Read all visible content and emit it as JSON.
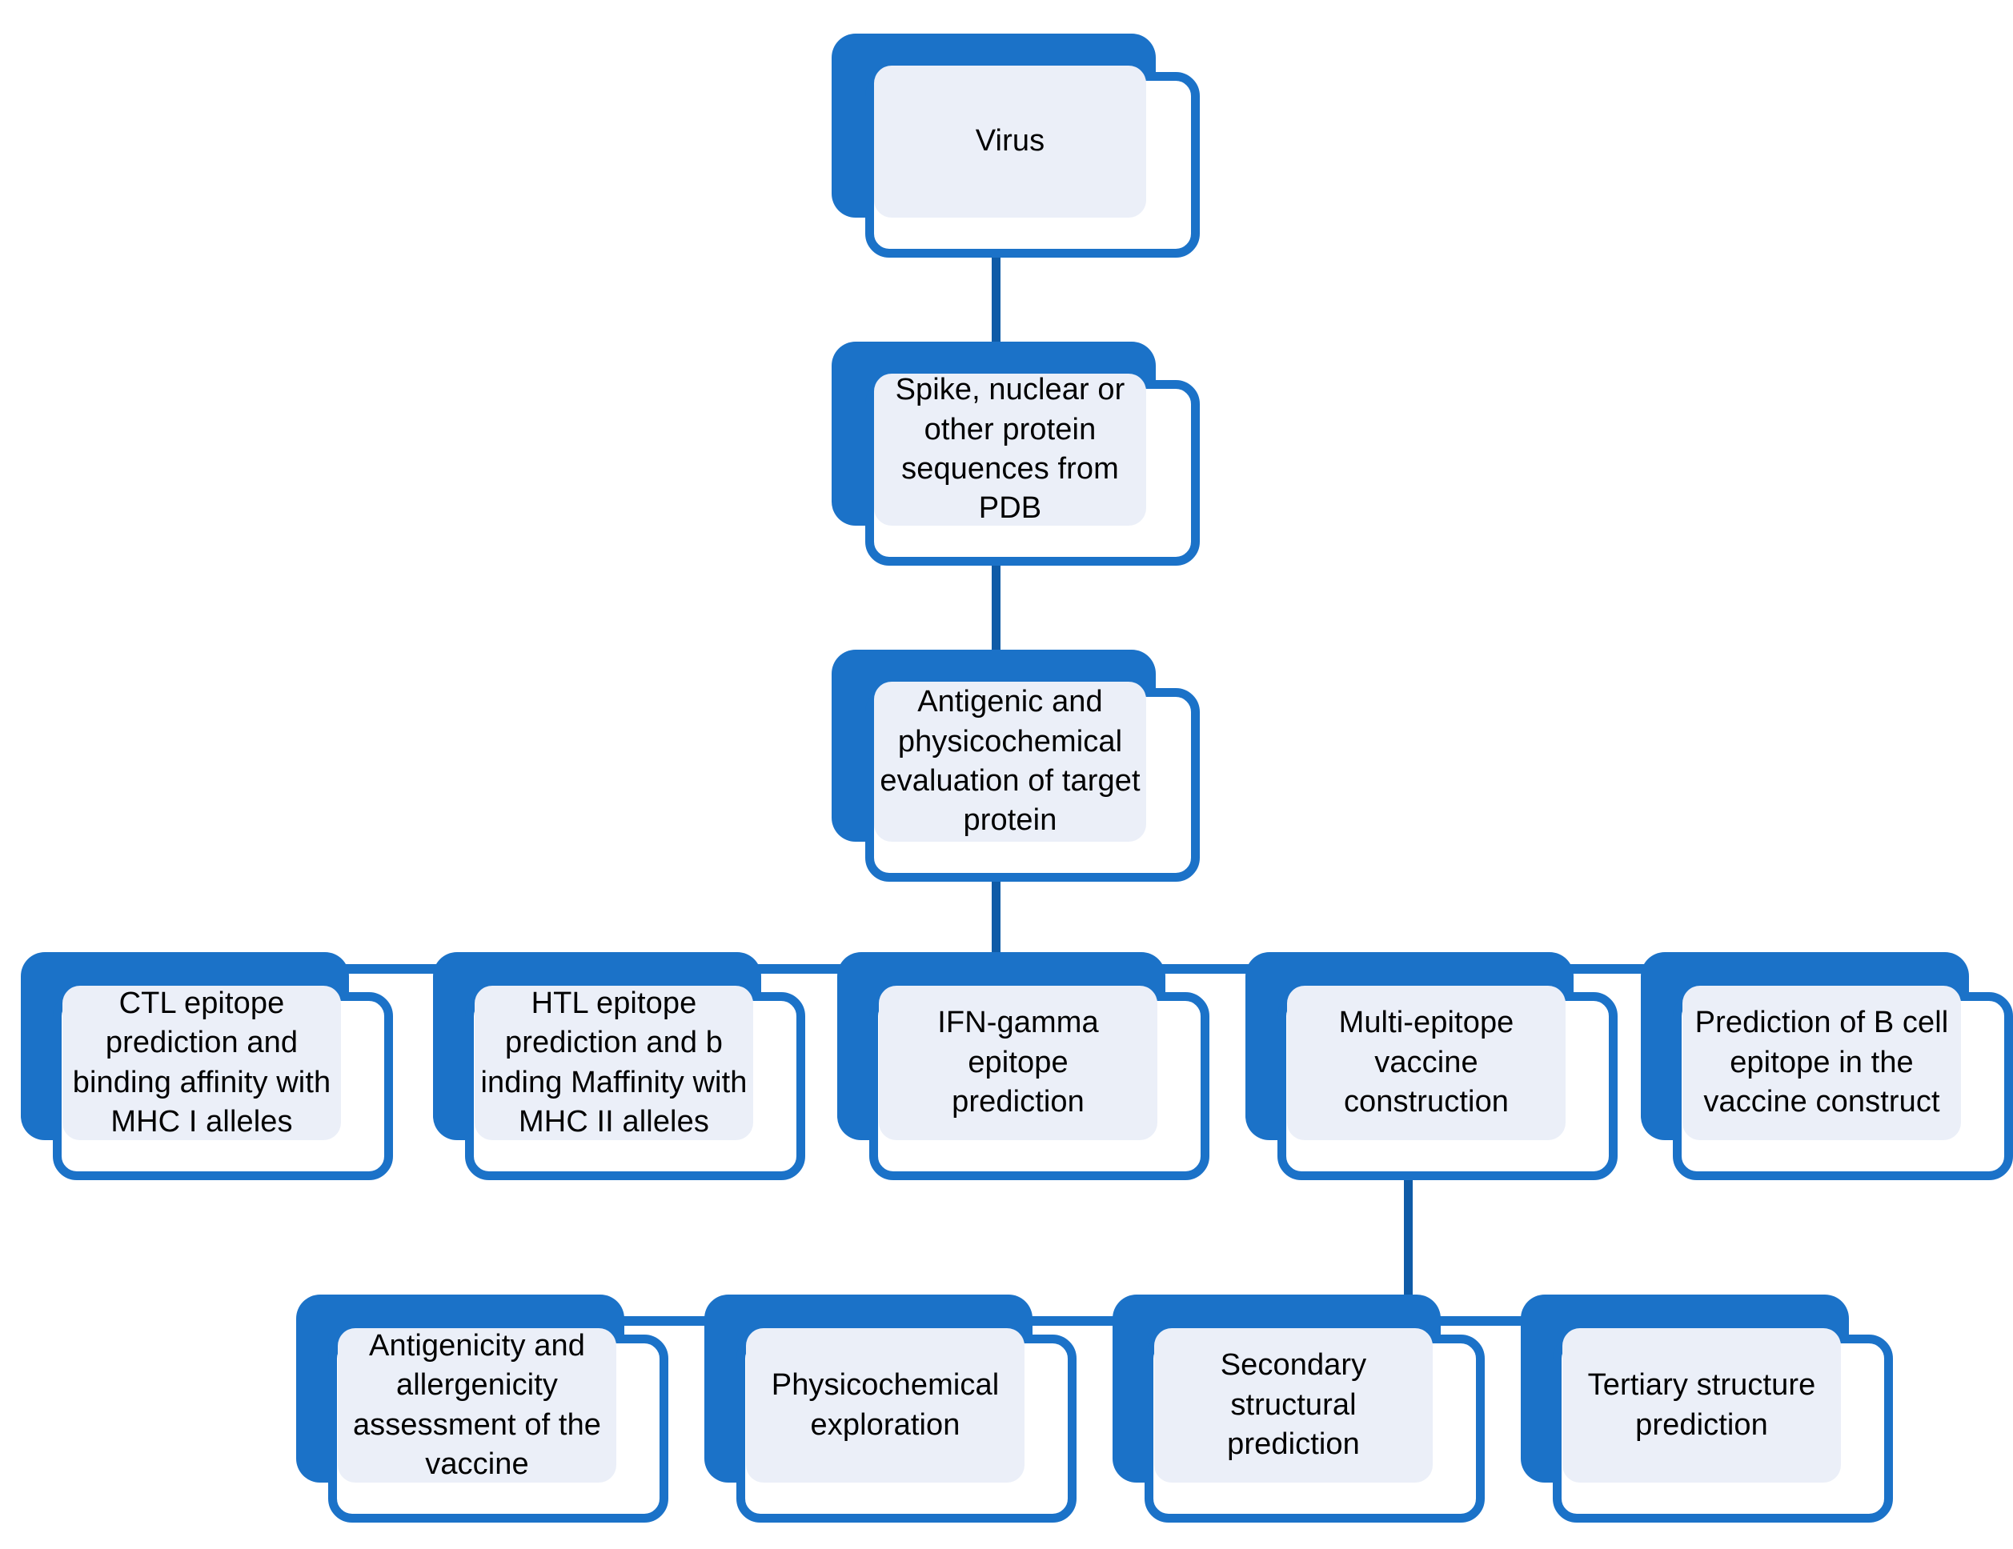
{
  "diagram": {
    "title": "Multi-epitope vaccine design workflow",
    "palette": {
      "plate_blue": "#1b72c8",
      "connector_blue": "#0f5ba7",
      "panel_fill": "#ebeff8",
      "card_fill": "#ffffff",
      "text": "#000000",
      "background": "#ffffff"
    },
    "nodes": {
      "virus": {
        "label": "Virus"
      },
      "sequences": {
        "label": "Spike, nuclear or\nother protein\nsequences from PDB"
      },
      "evaluation": {
        "label": "Antigenic and\nphysicochemical\nevaluation of target\nprotein"
      },
      "ctl": {
        "label": "CTL epitope\nprediction and\nbinding affinity with\nMHC I alleles"
      },
      "htl": {
        "label": "HTL epitope\nprediction and b\ninding Maffinity with\nMHC II alleles"
      },
      "ifn": {
        "label": "IFN-gamma epitope\nprediction"
      },
      "multi": {
        "label": "Multi-epitope vaccine\nconstruction"
      },
      "bcell": {
        "label": "Prediction of B cell\nepitope in the\nvaccine construct"
      },
      "antigenicity": {
        "label": "Antigenicity and\nallergenicity\nassessment of the\nvaccine"
      },
      "physchem": {
        "label": "Physicochemical\nexploration"
      },
      "secondary": {
        "label": "Secondary structural\nprediction"
      },
      "tertiary": {
        "label": "Tertiary structure\nprediction"
      }
    },
    "edges": [
      {
        "from": "virus",
        "to": "sequences"
      },
      {
        "from": "sequences",
        "to": "evaluation"
      },
      {
        "from": "evaluation",
        "to": "ctl"
      },
      {
        "from": "evaluation",
        "to": "htl"
      },
      {
        "from": "evaluation",
        "to": "ifn"
      },
      {
        "from": "evaluation",
        "to": "multi"
      },
      {
        "from": "evaluation",
        "to": "bcell"
      },
      {
        "from": "multi",
        "to": "antigenicity"
      },
      {
        "from": "multi",
        "to": "physchem"
      },
      {
        "from": "multi",
        "to": "secondary"
      },
      {
        "from": "multi",
        "to": "tertiary"
      }
    ]
  }
}
